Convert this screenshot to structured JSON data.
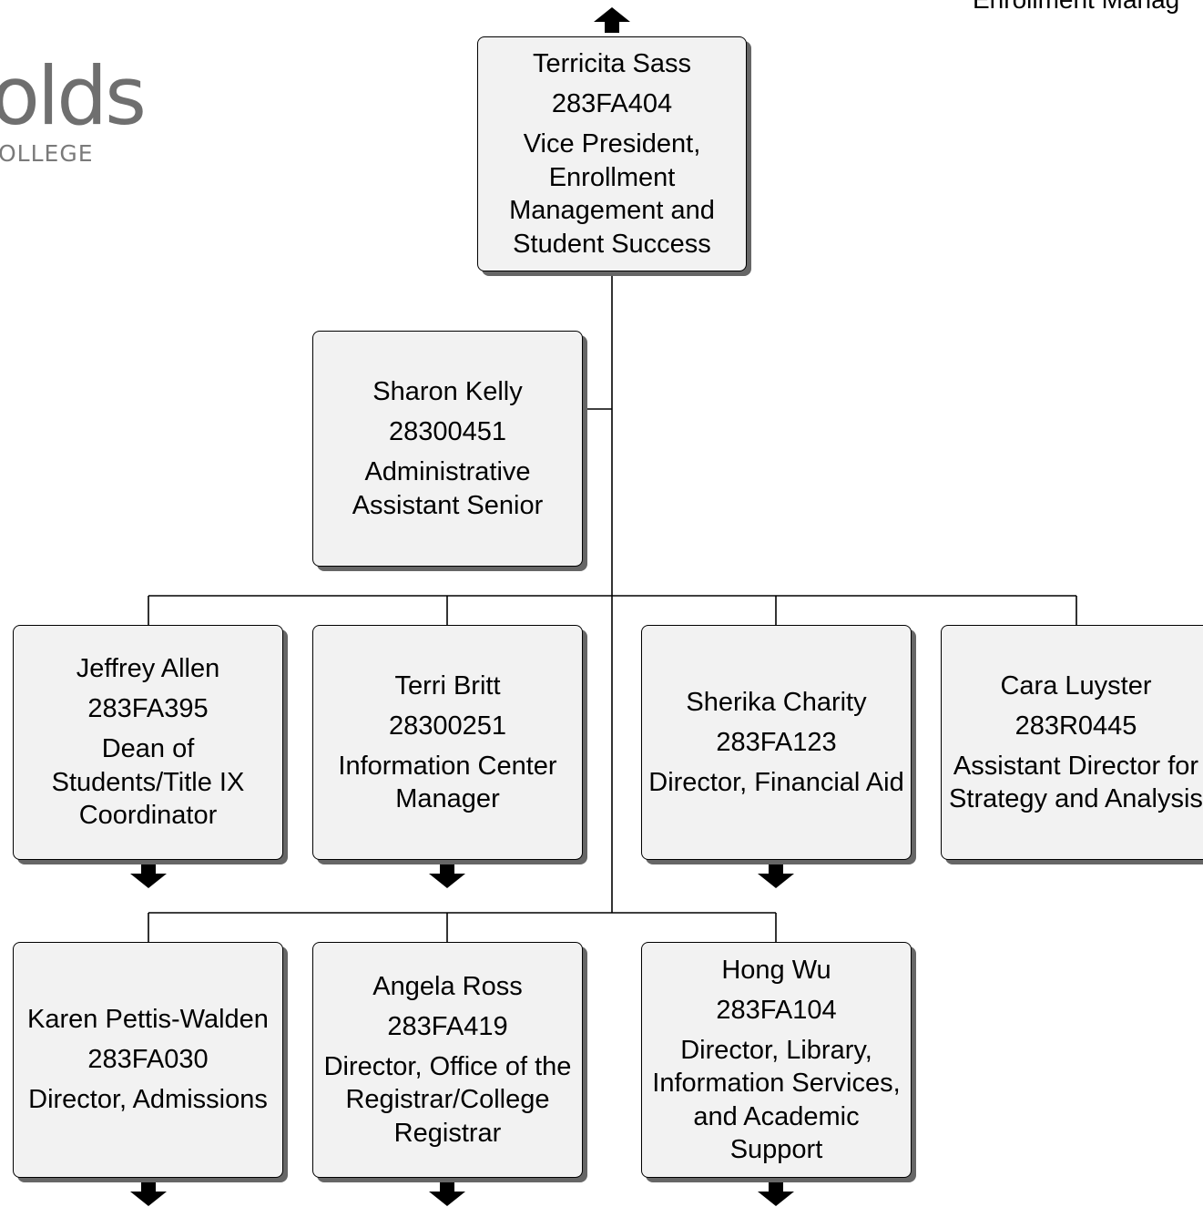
{
  "header": {
    "title": "Enrollment Manag",
    "logo_text": "olds",
    "logo_subtext": "OLLEGE"
  },
  "colors": {
    "box_fill": "#f2f2f2",
    "box_border": "#000000",
    "box_shadow": "#666666",
    "connector": "#000000",
    "logo_gray": "#6f6f6f"
  },
  "positions": {
    "top": {
      "name": "Terricita Sass",
      "code": "283FA404",
      "title": "Vice President, Enrollment Management and Student Success"
    },
    "assistant": {
      "name": "Sharon Kelly",
      "code": "28300451",
      "title": "Administrative Assistant Senior"
    },
    "row1": [
      {
        "name": "Jeffrey Allen",
        "code": "283FA395",
        "title": "Dean of Students/Title IX Coordinator"
      },
      {
        "name": "Terri Britt",
        "code": "28300251",
        "title": "Information Center Manager"
      },
      {
        "name": "Sherika Charity",
        "code": "283FA123",
        "title": "Director, Financial Aid"
      },
      {
        "name": "Cara Luyster",
        "code": "283R0445",
        "title": "Assistant Director for Strategy and Analysis"
      }
    ],
    "row2": [
      {
        "name": "Karen Pettis-Walden",
        "code": "283FA030",
        "title": "Director, Admissions"
      },
      {
        "name": "Angela Ross",
        "code": "283FA419",
        "title": "Director, Office of the Registrar/College Registrar"
      },
      {
        "name": "Hong Wu",
        "code": "283FA104",
        "title": "Director, Library, Information Services, and Academic Support"
      }
    ]
  }
}
